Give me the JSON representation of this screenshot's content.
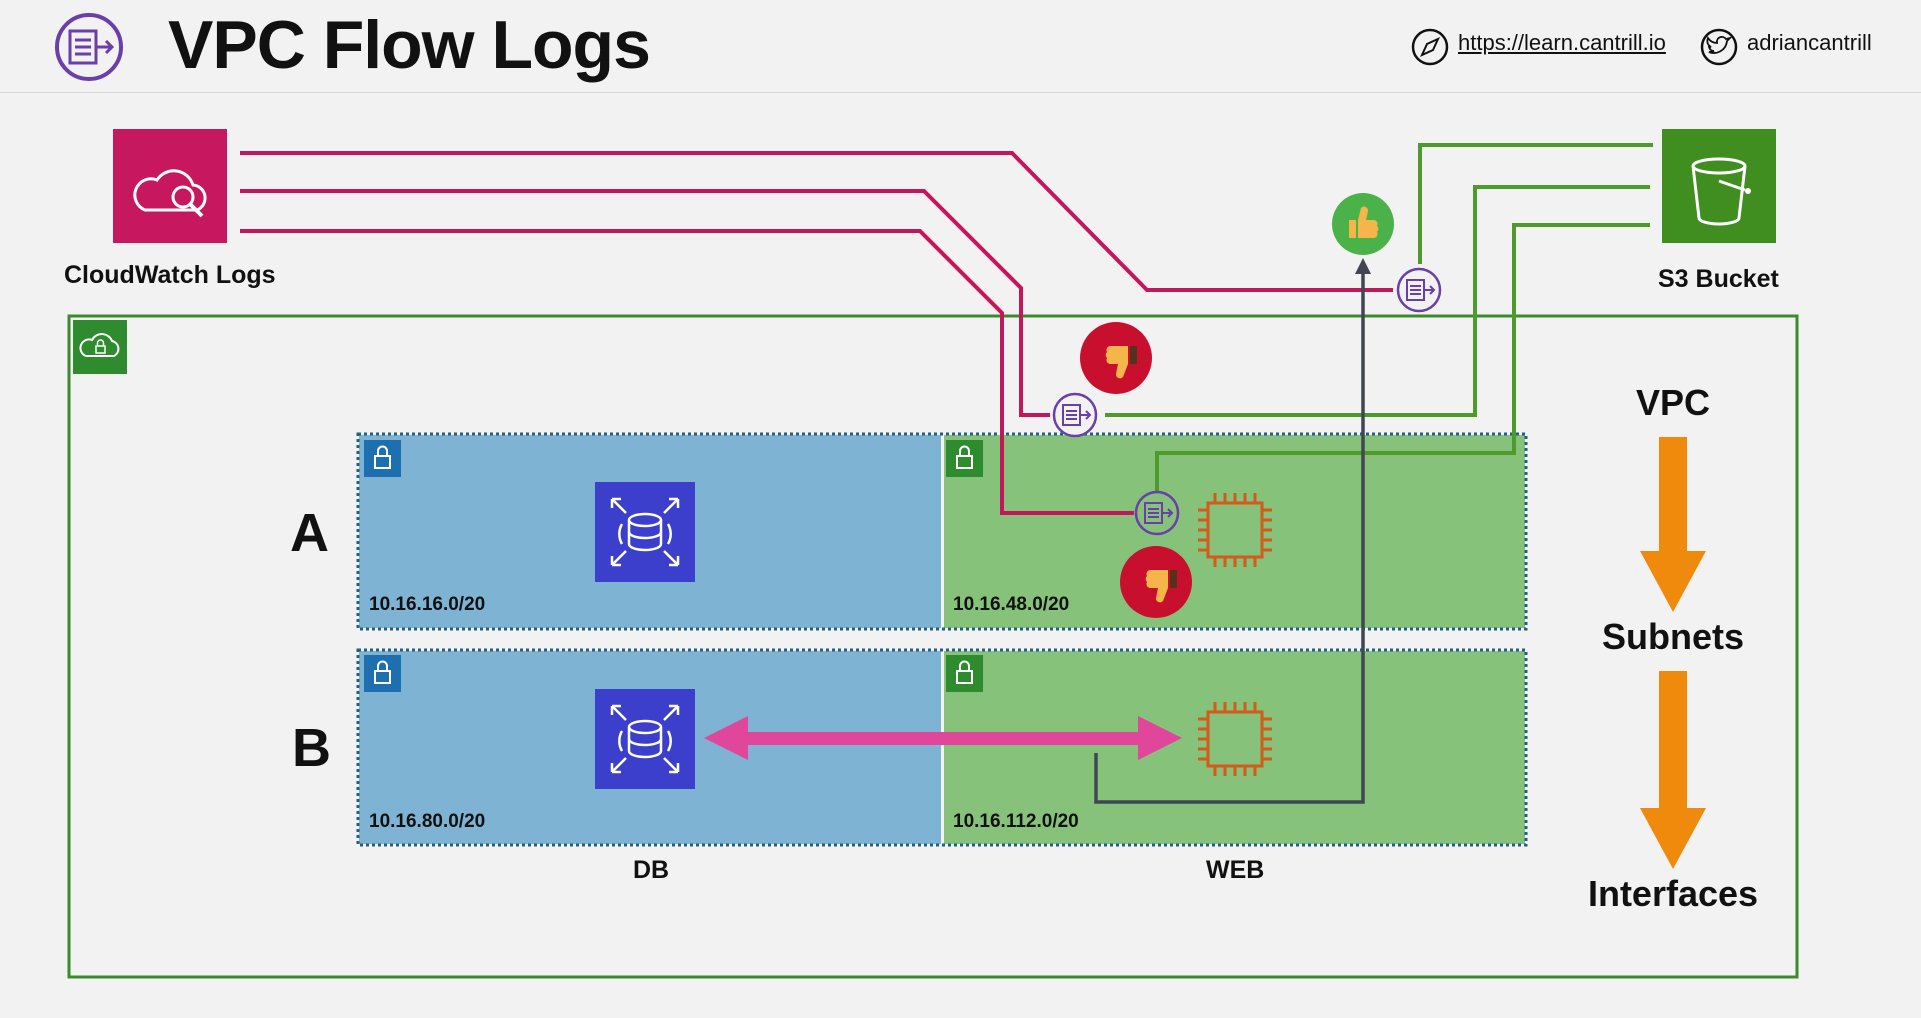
{
  "header": {
    "title": "VPC Flow Logs",
    "website": "https://learn.cantrill.io",
    "twitter": "adriancantrill"
  },
  "services": {
    "cloudwatch": "CloudWatch Logs",
    "s3": "S3 Bucket"
  },
  "rows": {
    "a": "A",
    "b": "B"
  },
  "columns": {
    "db": "DB",
    "web": "WEB"
  },
  "subnets": {
    "a_db": "10.16.16.0/20",
    "a_web": "10.16.48.0/20",
    "b_db": "10.16.80.0/20",
    "b_web": "10.16.112.0/20"
  },
  "hierarchy": {
    "vpc": "VPC",
    "subnets": "Subnets",
    "interfaces": "Interfaces"
  },
  "colors": {
    "cloudwatch": "#c7175e",
    "s3": "#3f8e1f",
    "vpc_border": "#3c8a2e",
    "db_subnet": "#7fb3d3",
    "web_subnet": "#86c27a",
    "rds": "#3b3fcb",
    "ec2": "#d35b1b",
    "flowlog": "#6a3fa8",
    "deny": "#c8102e",
    "allow": "#4bb24a",
    "arrow": "#f08a0d",
    "traffic": "#e0479a"
  },
  "icons": [
    "flow-logs-icon",
    "compass-icon",
    "twitter-icon",
    "cloudwatch-icon",
    "s3-bucket-icon",
    "vpc-cloud-icon",
    "lock-icon",
    "rds-icon",
    "ec2-chip-icon",
    "thumbs-up-icon",
    "thumbs-down-icon"
  ]
}
